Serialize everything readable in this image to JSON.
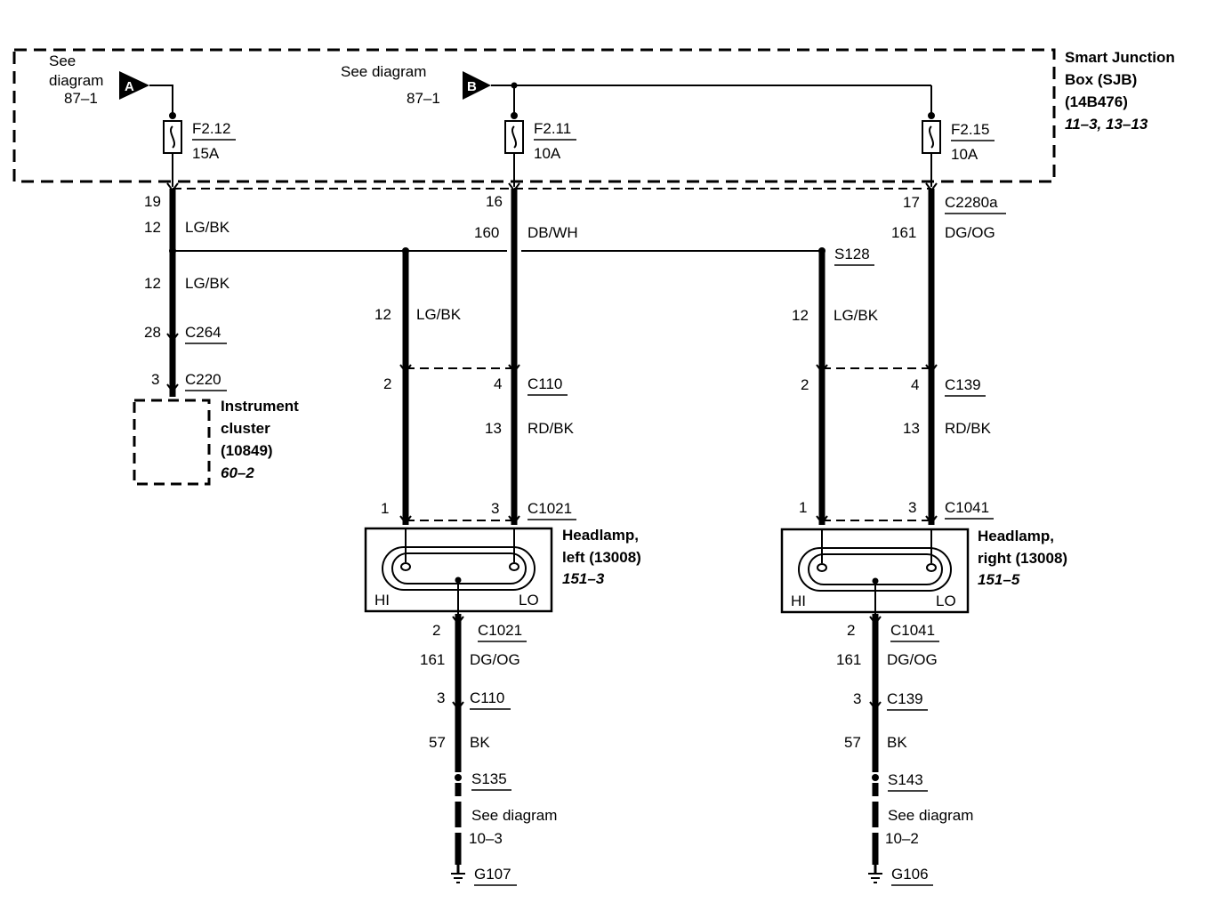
{
  "sjb": {
    "line1": "Smart Junction",
    "line2": "Box (SJB)",
    "line3": "(14B476)",
    "ref": "11–3, 13–13"
  },
  "feed_a": {
    "letter": "A",
    "see1": "See",
    "see2": "diagram",
    "ref": "87–1"
  },
  "feed_b": {
    "letter": "B",
    "see": "See diagram",
    "ref": "87–1"
  },
  "fuses": [
    {
      "name": "F2.12",
      "rating": "15A"
    },
    {
      "name": "F2.11",
      "rating": "10A"
    },
    {
      "name": "F2.15",
      "rating": "10A"
    }
  ],
  "left_circuit": {
    "pin_top": "19",
    "circuit": "12",
    "color": "LG/BK",
    "circuit2": "12",
    "color2": "LG/BK",
    "pin_c264": "28",
    "c264": "C264",
    "pin_c220": "3",
    "c220": "C220"
  },
  "cluster": {
    "line1": "Instrument",
    "line2": "cluster",
    "line3": "(10849)",
    "ref": "60–2"
  },
  "mid_circuit": {
    "pin_top": "16",
    "circuit": "160",
    "color": "DB/WH"
  },
  "right_circuit": {
    "pin_top": "17",
    "connector": "C2280a",
    "circuit": "161",
    "color": "DG/OG"
  },
  "splice_top": {
    "name": "S128"
  },
  "left_headlamp": {
    "branch_circuit": "12",
    "branch_color": "LG/BK",
    "pin_a": "2",
    "pin_b": "4",
    "connector_a": "C110",
    "circuit_b": "13",
    "color_b": "RD/BK",
    "pin_c": "1",
    "pin_d": "3",
    "connector_b": "C1021",
    "name1": "Headlamp,",
    "name2": "left (13008)",
    "ref": "151–3",
    "hi": "HI",
    "lo": "LO",
    "gnd_pin": "2",
    "gnd_conn": "C1021",
    "gnd_circuit": "161",
    "gnd_color": "DG/OG",
    "gnd_pin2": "3",
    "gnd_conn2": "C110",
    "gnd_circuit2": "57",
    "gnd_color2": "BK",
    "splice": "S135",
    "see": "See diagram",
    "see_ref": "10–3",
    "ground": "G107"
  },
  "right_headlamp": {
    "branch_circuit": "12",
    "branch_color": "LG/BK",
    "pin_a": "2",
    "pin_b": "4",
    "connector_a": "C139",
    "circuit_b": "13",
    "color_b": "RD/BK",
    "pin_c": "1",
    "pin_d": "3",
    "connector_b": "C1041",
    "name1": "Headlamp,",
    "name2": "right (13008)",
    "ref": "151–5",
    "hi": "HI",
    "lo": "LO",
    "gnd_pin": "2",
    "gnd_conn": "C1041",
    "gnd_circuit": "161",
    "gnd_color": "DG/OG",
    "gnd_pin2": "3",
    "gnd_conn2": "C139",
    "gnd_circuit2": "57",
    "gnd_color2": "BK",
    "splice": "S143",
    "see": "See diagram",
    "see_ref": "10–2",
    "ground": "G106"
  }
}
